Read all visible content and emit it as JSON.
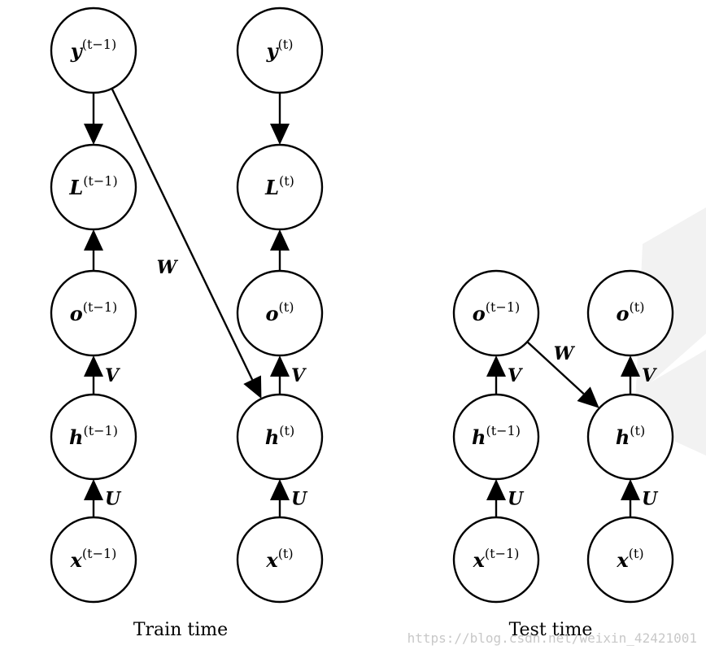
{
  "diagram": {
    "panels": [
      {
        "id": "train",
        "caption": "Train time"
      },
      {
        "id": "test",
        "caption": "Test time"
      }
    ],
    "nodes": [
      {
        "id": "train-y-prev",
        "var": "y",
        "sup": "(t−1)"
      },
      {
        "id": "train-L-prev",
        "var": "L",
        "sup": "(t−1)"
      },
      {
        "id": "train-o-prev",
        "var": "o",
        "sup": "(t−1)"
      },
      {
        "id": "train-h-prev",
        "var": "h",
        "sup": "(t−1)"
      },
      {
        "id": "train-x-prev",
        "var": "x",
        "sup": "(t−1)"
      },
      {
        "id": "train-y-t",
        "var": "y",
        "sup": "(t)"
      },
      {
        "id": "train-L-t",
        "var": "L",
        "sup": "(t)"
      },
      {
        "id": "train-o-t",
        "var": "o",
        "sup": "(t)"
      },
      {
        "id": "train-h-t",
        "var": "h",
        "sup": "(t)"
      },
      {
        "id": "train-x-t",
        "var": "x",
        "sup": "(t)"
      },
      {
        "id": "test-o-prev",
        "var": "o",
        "sup": "(t−1)"
      },
      {
        "id": "test-h-prev",
        "var": "h",
        "sup": "(t−1)"
      },
      {
        "id": "test-x-prev",
        "var": "x",
        "sup": "(t−1)"
      },
      {
        "id": "test-o-t",
        "var": "o",
        "sup": "(t)"
      },
      {
        "id": "test-h-t",
        "var": "h",
        "sup": "(t)"
      },
      {
        "id": "test-x-t",
        "var": "x",
        "sup": "(t)"
      }
    ],
    "edges": [
      {
        "from": "train-y-prev",
        "to": "train-L-prev",
        "label": ""
      },
      {
        "from": "train-o-prev",
        "to": "train-L-prev",
        "label": ""
      },
      {
        "from": "train-h-prev",
        "to": "train-o-prev",
        "label": "V"
      },
      {
        "from": "train-x-prev",
        "to": "train-h-prev",
        "label": "U"
      },
      {
        "from": "train-y-t",
        "to": "train-L-t",
        "label": ""
      },
      {
        "from": "train-o-t",
        "to": "train-L-t",
        "label": ""
      },
      {
        "from": "train-h-t",
        "to": "train-o-t",
        "label": "V"
      },
      {
        "from": "train-x-t",
        "to": "train-h-t",
        "label": "U"
      },
      {
        "from": "train-y-prev",
        "to": "train-h-t",
        "label": "W"
      },
      {
        "from": "test-h-prev",
        "to": "test-o-prev",
        "label": "V"
      },
      {
        "from": "test-x-prev",
        "to": "test-h-prev",
        "label": "U"
      },
      {
        "from": "test-h-t",
        "to": "test-o-t",
        "label": "V"
      },
      {
        "from": "test-x-t",
        "to": "test-h-t",
        "label": "U"
      },
      {
        "from": "test-o-prev",
        "to": "test-h-t",
        "label": "W"
      }
    ],
    "watermark": "https://blog.csdn.net/weixin_42421001"
  }
}
